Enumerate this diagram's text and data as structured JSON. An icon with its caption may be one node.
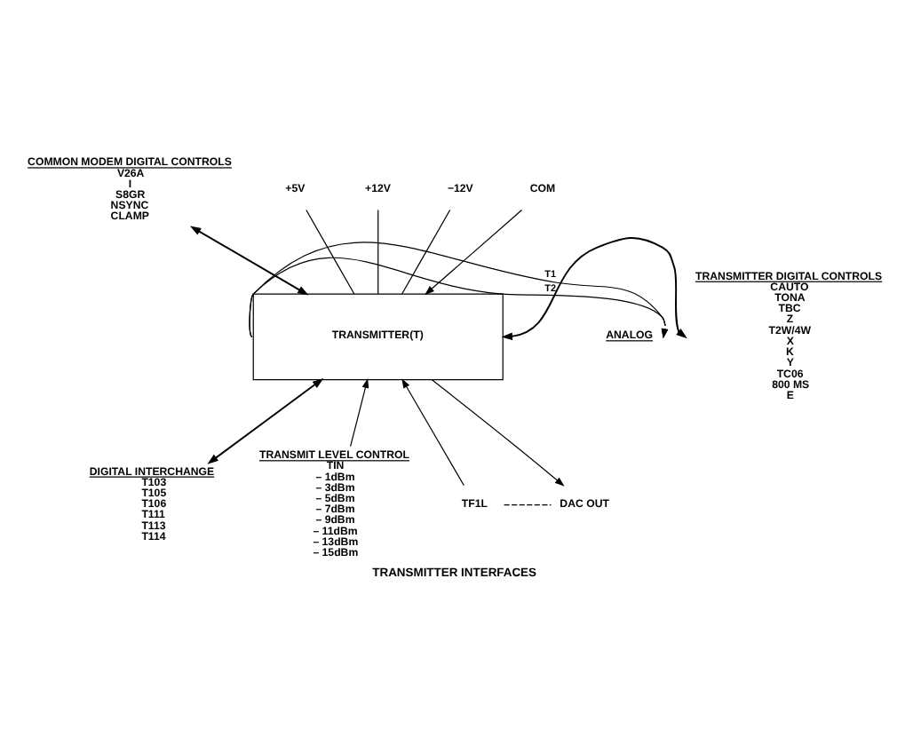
{
  "diagram": {
    "caption": "TRANSMITTER INTERFACES",
    "nodes": [
      {
        "text": [
          "TRANSMITTER(T)"
        ]
      },
      {
        "text": [
          "ANALOG"
        ]
      },
      {
        "text": [
          "+5V"
        ]
      },
      {
        "text": [
          "+12V"
        ]
      },
      {
        "text": [
          "−12V"
        ]
      },
      {
        "text": [
          "COM"
        ]
      },
      {
        "text": [
          "COMMON MODEM DIGITAL CONTROLS",
          "V26A",
          "I",
          "S8GR",
          "NSYNC",
          "CLAMP"
        ]
      },
      {
        "text": [
          "TRANSMITTER DIGITAL CONTROLS",
          "CAUTO",
          "TONA",
          "TBC",
          "Z",
          "T2W/4W",
          "X",
          "K",
          "Y",
          "TC06",
          "800 MS",
          "E"
        ]
      },
      {
        "text": [
          "TRANSMIT LEVEL CONTROL",
          "TIN",
          "– 1dBm",
          "– 3dBm",
          "– 5dBm",
          "– 7dBm",
          "– 9dBm",
          "– 11dBm",
          "– 13dBm",
          "– 15dBm"
        ]
      },
      {
        "text": [
          "TF1L"
        ]
      },
      {
        "text": [
          "DAC OUT"
        ]
      },
      {
        "text": [
          "DIGITAL INTERCHANGE",
          "T103",
          "T105",
          "T106",
          "T111",
          "T113",
          "T114"
        ]
      }
    ],
    "edges": [
      {
        "from": 0,
        "to": 1,
        "arrow": "to",
        "label": "T1"
      },
      {
        "from": 0,
        "to": 1,
        "arrow": "to",
        "label": "T2"
      },
      {
        "from": 2,
        "to": 0,
        "arrow": "none"
      },
      {
        "from": 3,
        "to": 0,
        "arrow": "none"
      },
      {
        "from": 4,
        "to": 0,
        "arrow": "none"
      },
      {
        "from": 5,
        "to": 0,
        "arrow": "to"
      },
      {
        "from": 0,
        "to": 6,
        "arrow": "both"
      },
      {
        "from": 0,
        "to": 7,
        "arrow": "both"
      },
      {
        "from": 8,
        "to": 0,
        "arrow": "to"
      },
      {
        "from": 9,
        "to": 0,
        "arrow": "to"
      },
      {
        "from": 0,
        "to": 10,
        "arrow": "to"
      },
      {
        "from": 9,
        "to": 10,
        "arrow": "none",
        "style": "dashed"
      },
      {
        "from": 0,
        "to": 11,
        "arrow": "both"
      }
    ]
  }
}
